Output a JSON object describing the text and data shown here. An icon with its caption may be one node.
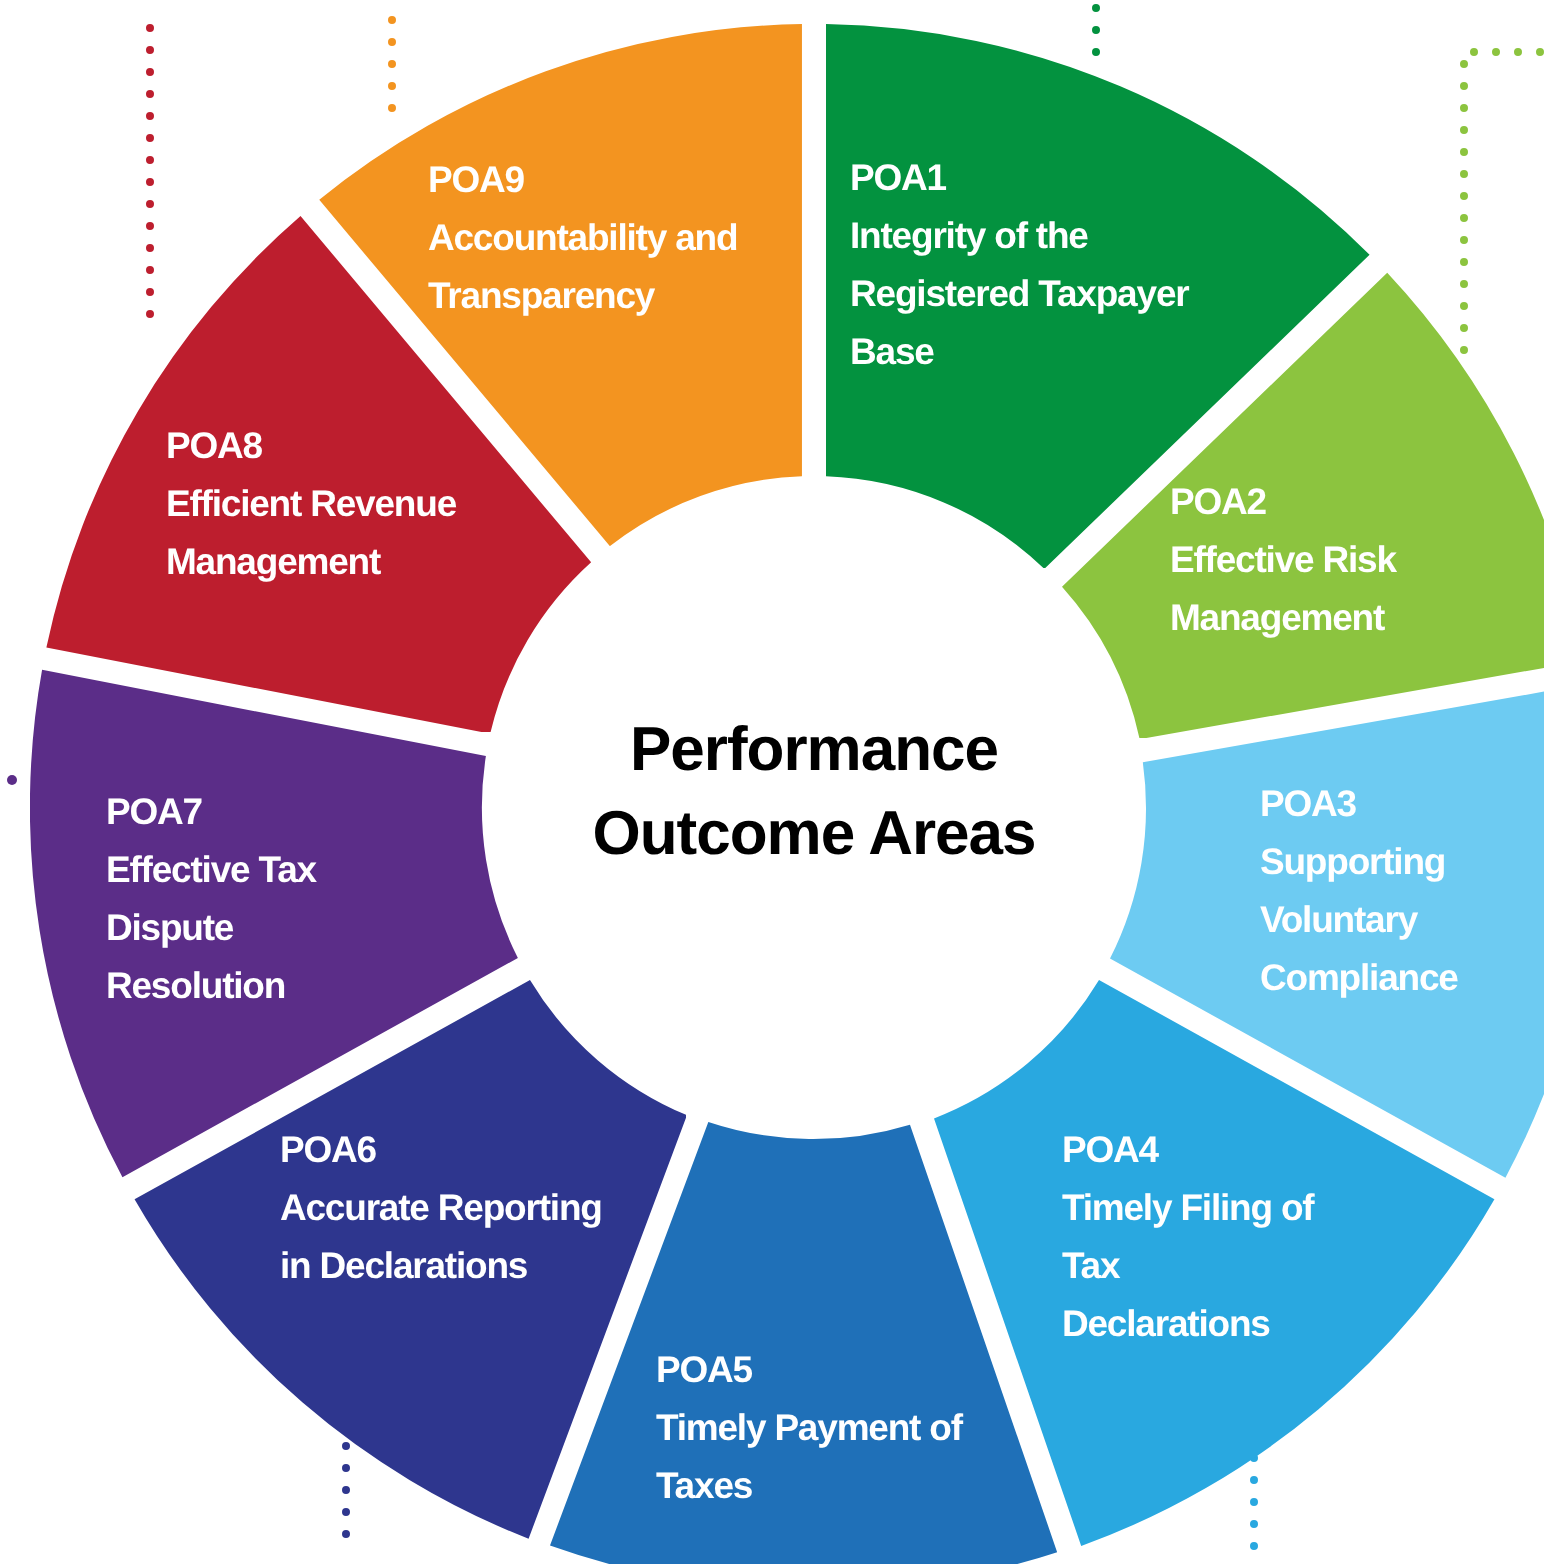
{
  "diagram": {
    "title": "Performance Outcome Areas",
    "nodes": [
      {
        "text": [
          "POA1",
          "Integrity of the Registered Taxpayer Base"
        ]
      },
      {
        "text": [
          "POA2",
          "Effective Risk Management"
        ]
      },
      {
        "text": [
          "POA3",
          "Supporting Voluntary Compliance"
        ]
      },
      {
        "text": [
          "POA4",
          "Timely Filing of Tax Declarations"
        ]
      },
      {
        "text": [
          "POA5",
          "Timely Payment of Taxes"
        ]
      },
      {
        "text": [
          "POA6",
          "Accurate Reporting in Declarations"
        ]
      },
      {
        "text": [
          "POA7",
          "Effective Tax Dispute Resolution"
        ]
      },
      {
        "text": [
          "POA8",
          "Efficient Revenue Management"
        ]
      },
      {
        "text": [
          "POA9",
          "Accountability and Transparency"
        ]
      }
    ]
  }
}
